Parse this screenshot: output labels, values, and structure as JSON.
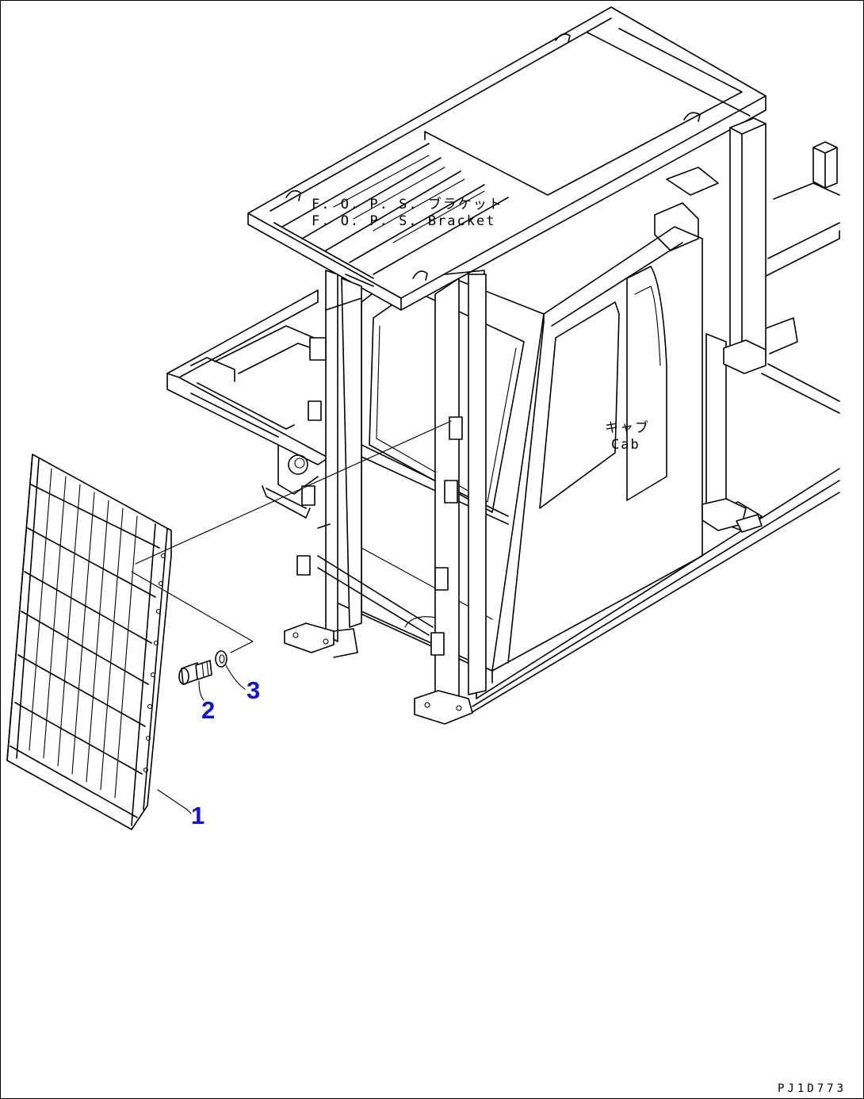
{
  "labels": {
    "fops_jp": "F. O. P. S. ブラケット",
    "fops_en": "F. O. P. S. Bracket",
    "cab_jp": "キャブ",
    "cab_en": "Cab"
  },
  "callouts": [
    {
      "number": "1",
      "part": "grating-guard"
    },
    {
      "number": "2",
      "part": "bolt"
    },
    {
      "number": "3",
      "part": "washer"
    }
  ],
  "drawing_code": "PJ1D773",
  "colors": {
    "line": "#000000",
    "callout_number": "#1010e0",
    "background": "#ffffff"
  }
}
